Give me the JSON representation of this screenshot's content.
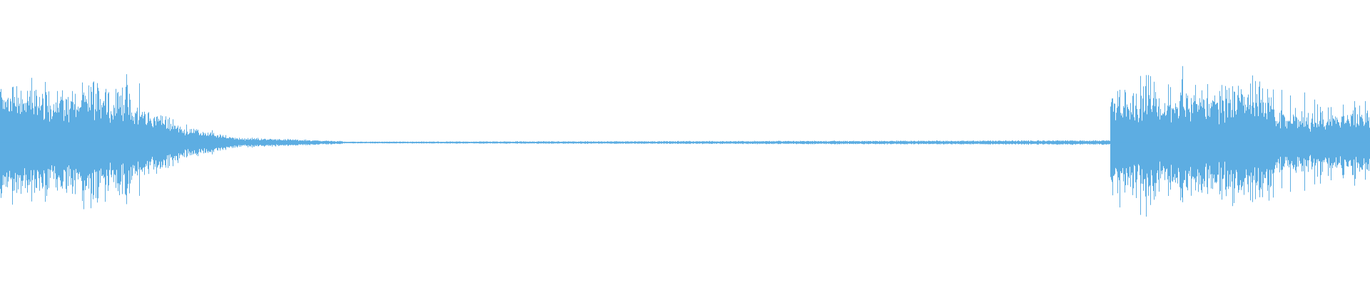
{
  "waveform": {
    "color": "#5dade2",
    "background": "#ffffff",
    "segments": [
      {
        "start": 0.0,
        "end": 0.095,
        "kind": "loud"
      },
      {
        "start": 0.095,
        "end": 0.18,
        "kind": "decay"
      },
      {
        "start": 0.18,
        "end": 0.81,
        "kind": "quiet"
      },
      {
        "start": 0.81,
        "end": 1.0,
        "kind": "loud"
      }
    ]
  }
}
